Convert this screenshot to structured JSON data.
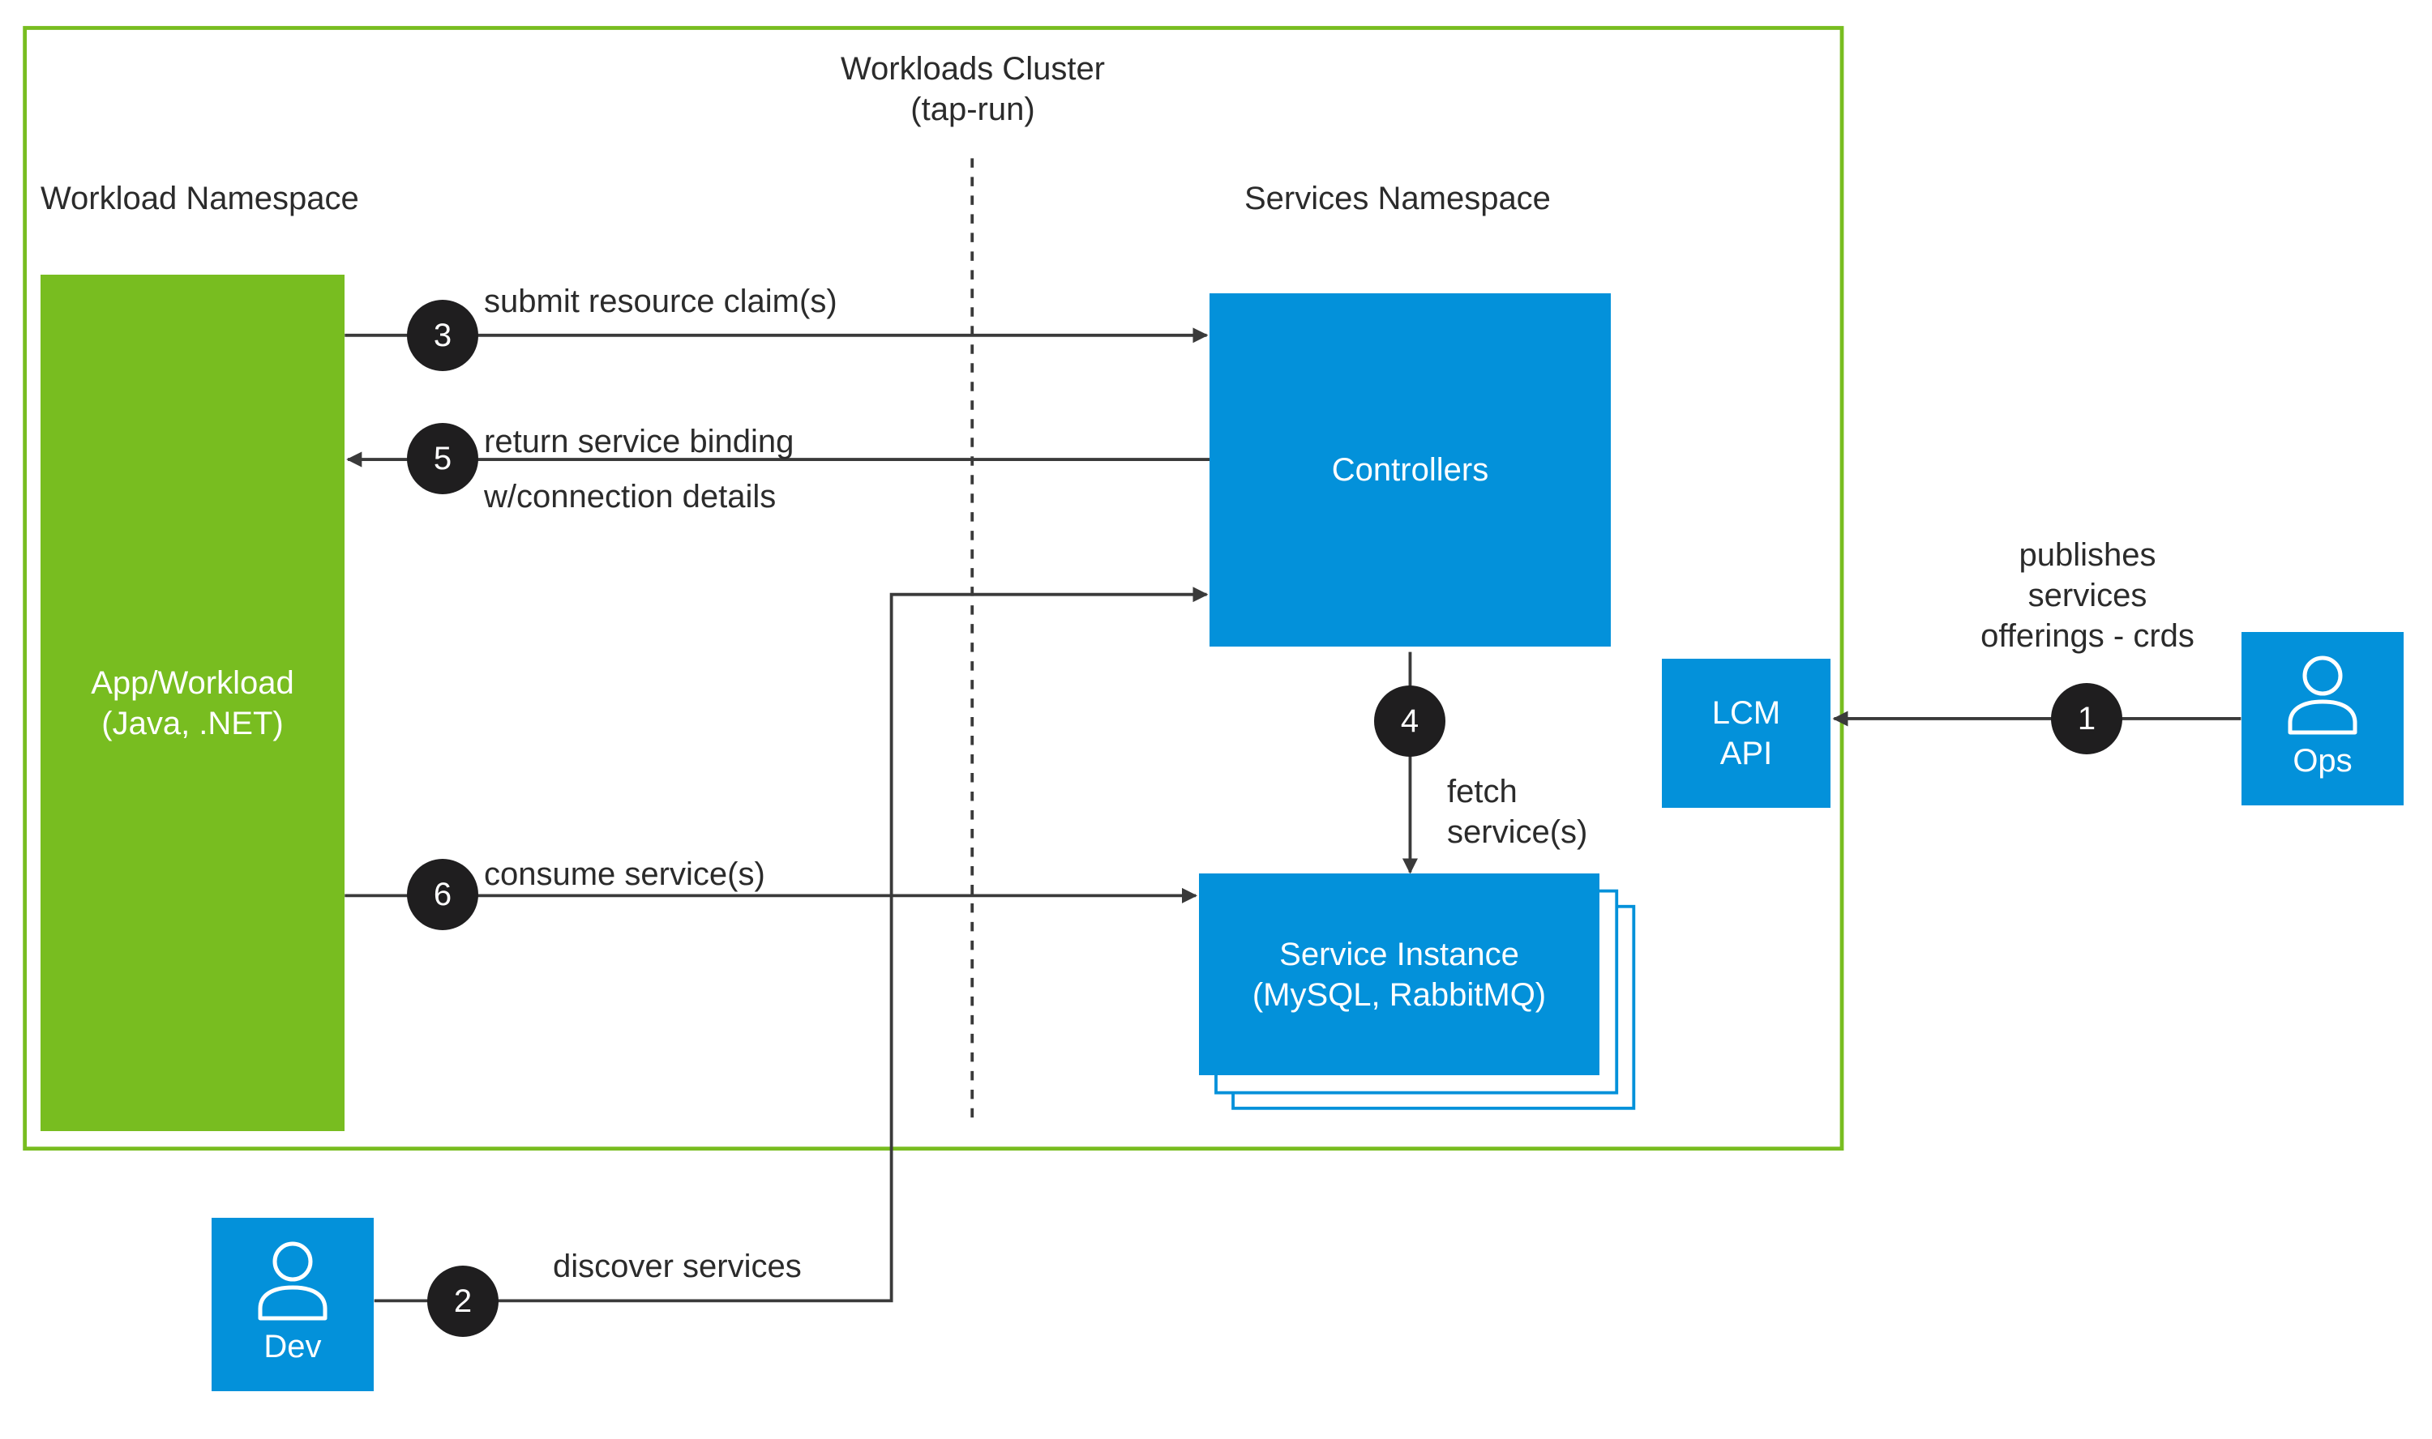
{
  "cluster": {
    "title_line1": "Workloads Cluster",
    "title_line2": "(tap-run)"
  },
  "namespaces": {
    "workload": "Workload Namespace",
    "services": "Services Namespace"
  },
  "boxes": {
    "app_line1": "App/Workload",
    "app_line2": "(Java, .NET)",
    "controllers": "Controllers",
    "service_instance_line1": "Service Instance",
    "service_instance_line2": "(MySQL, RabbitMQ)",
    "lcm_line1": "LCM",
    "lcm_line2": "API",
    "ops": "Ops",
    "dev": "Dev"
  },
  "steps": [
    {
      "number": "1",
      "label_lines": [
        "publishes",
        "services",
        "offerings - crds"
      ]
    },
    {
      "number": "2",
      "label_lines": [
        "discover services"
      ]
    },
    {
      "number": "3",
      "label_lines": [
        "submit resource claim(s)"
      ]
    },
    {
      "number": "4",
      "label_lines": [
        "fetch",
        "service(s)"
      ]
    },
    {
      "number": "5",
      "label_lines": [
        "return service binding",
        "w/connection details"
      ]
    },
    {
      "number": "6",
      "label_lines": [
        "consume service(s)"
      ]
    }
  ],
  "colors": {
    "blue": "#0391da",
    "green": "#78bd20",
    "badge": "#1f1e1f",
    "line": "#3a3a3a",
    "border": "#78bd20"
  },
  "icons": {
    "person": "person-icon"
  }
}
